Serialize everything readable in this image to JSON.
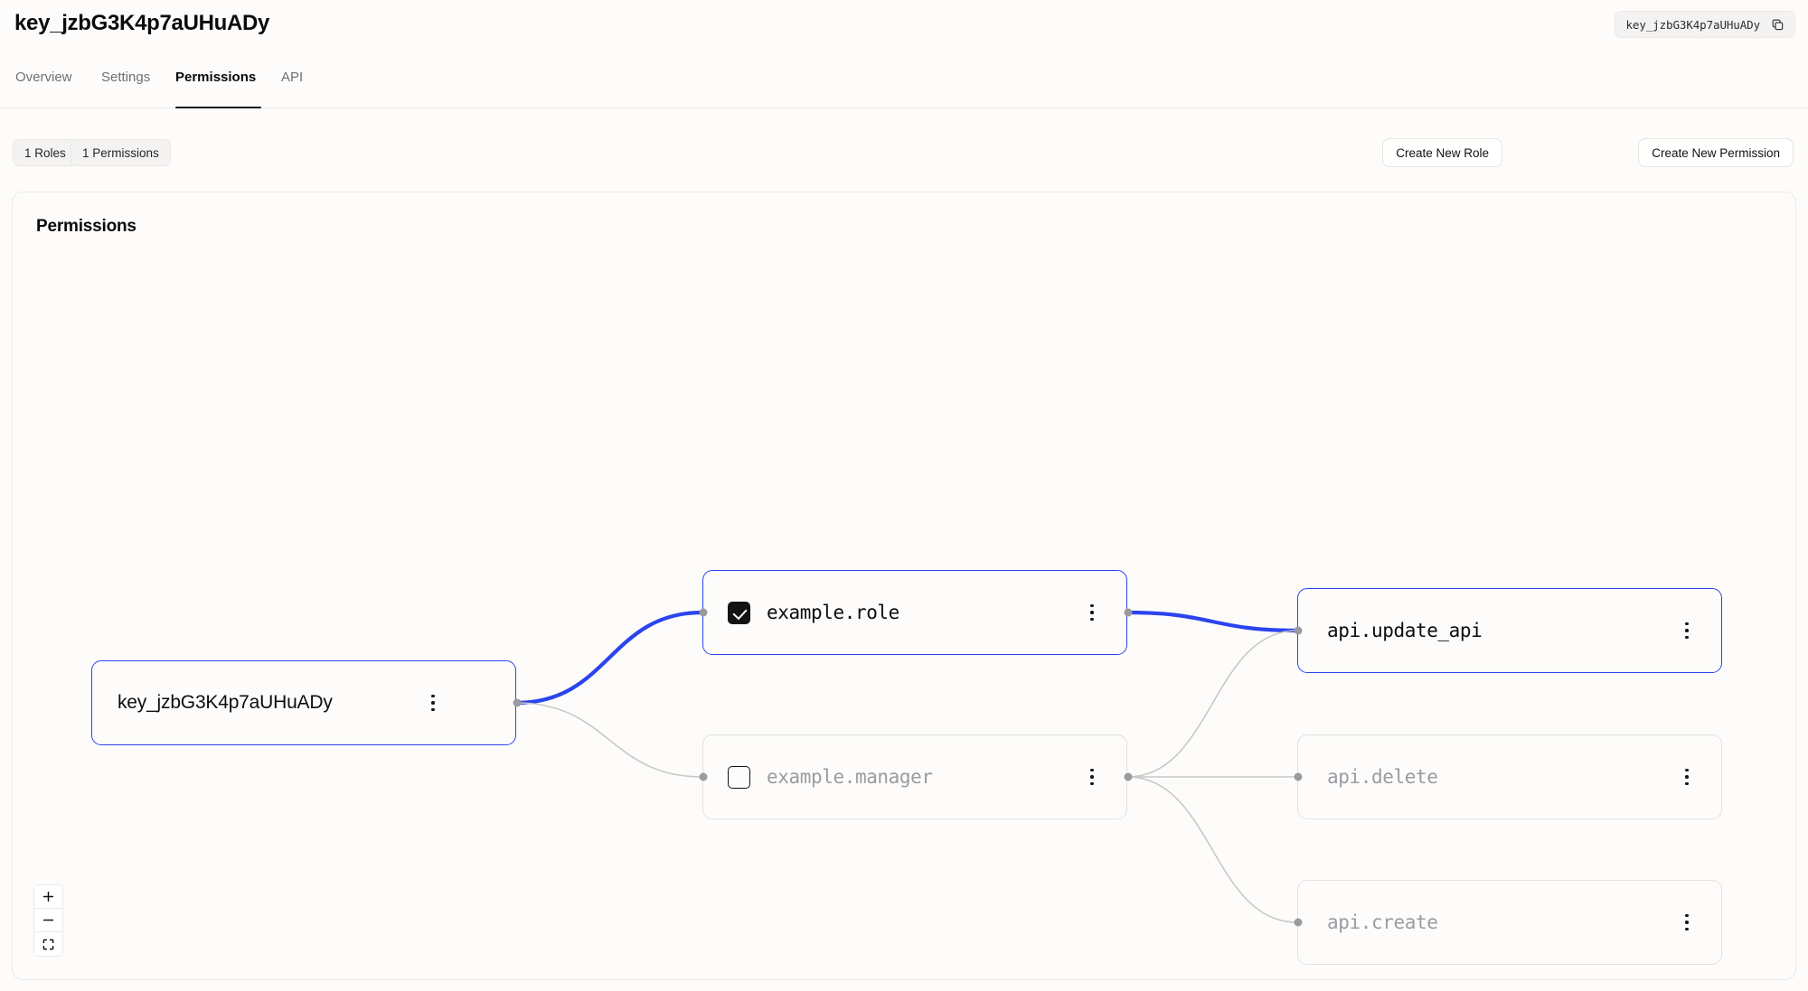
{
  "header": {
    "title": "key_jzbG3K4p7aUHuADy",
    "key_badge": {
      "text": "key_jzbG3K4p7aUHuADy",
      "copy_icon": "copy-icon"
    }
  },
  "tabs": [
    {
      "label": "Overview",
      "active": false
    },
    {
      "label": "Settings",
      "active": false
    },
    {
      "label": "Permissions",
      "active": true
    },
    {
      "label": "API",
      "active": false
    }
  ],
  "toolbar": {
    "chips": [
      {
        "label": "1 Roles"
      },
      {
        "label": "1 Permissions"
      }
    ],
    "create_role_label": "Create New Role",
    "create_permission_label": "Create New Permission"
  },
  "canvas": {
    "heading": "Permissions",
    "nodes": {
      "key": {
        "label": "key_jzbG3K4p7aUHuADy",
        "state": "selected",
        "menu_icon": "vertical-dots-icon"
      },
      "role": {
        "label": "example.role",
        "state": "selected",
        "checked": true,
        "checkbox_icon": "checkbox-checked-icon",
        "menu_icon": "vertical-dots-icon"
      },
      "manager": {
        "label": "example.manager",
        "state": "inactive",
        "checked": false,
        "checkbox_icon": "checkbox-unchecked-icon",
        "menu_icon": "vertical-dots-icon"
      },
      "update_api": {
        "label": "api.update_api",
        "state": "selected",
        "menu_icon": "vertical-dots-icon"
      },
      "delete": {
        "label": "api.delete",
        "state": "inactive",
        "menu_icon": "vertical-dots-icon"
      },
      "create": {
        "label": "api.create",
        "state": "inactive",
        "menu_icon": "vertical-dots-icon"
      }
    },
    "edges": [
      {
        "from": "key",
        "to": "role",
        "state": "active"
      },
      {
        "from": "key",
        "to": "manager",
        "state": "inactive"
      },
      {
        "from": "role",
        "to": "update_api",
        "state": "active"
      },
      {
        "from": "manager",
        "to": "update_api",
        "state": "inactive"
      },
      {
        "from": "manager",
        "to": "delete",
        "state": "inactive"
      },
      {
        "from": "manager",
        "to": "create",
        "state": "inactive"
      }
    ],
    "zoom_controls": [
      {
        "icon": "zoom-in-icon",
        "label": "+"
      },
      {
        "icon": "zoom-out-icon",
        "label": "−"
      },
      {
        "icon": "fit-view-icon",
        "label": ""
      }
    ]
  },
  "colors": {
    "accent_blue": "#2b44ee",
    "edge_gray": "#c9c8c6",
    "handle_gray": "#9a9a9f",
    "background": "#fdfcfb",
    "border": "#eceae8",
    "text_dim": "#9b9ba2"
  }
}
